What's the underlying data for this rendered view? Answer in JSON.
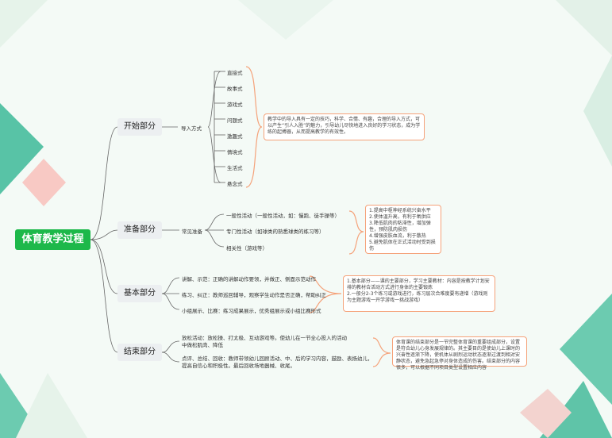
{
  "root": "体育教学过程",
  "sections": [
    {
      "label": "开始部分",
      "mid": "导入方式",
      "items": [
        "直接式",
        "故事式",
        "游戏式",
        "问题式",
        "激趣式",
        "情境式",
        "生活式",
        "悬念式"
      ],
      "note": "教学中的导入具有一定的技巧，科学、合情、有趣，合理的导入方式，可以产生“引人入胜”的魅力，引导幼儿尽快地进入良好的学习状态，成为学练的起搏器，从而提高教学的有效性。"
    },
    {
      "label": "准备部分",
      "mid": "常见准备",
      "items": [
        "一般性活动（一般性活动，如：慢跑、徒手操等）",
        "专门性活动（如球类的熟悉球类的练习等）",
        "相关性（游戏等）"
      ],
      "note": "1.提高中枢神经系统兴奋水平\n2.使体温升高，有利于氧供应\n3.降低肌肉的粘滞性，增加弹性，预防肌肉损伤\n4.增强皮肤血流，利于散热\n5.避免肌体在正式活动时受到损伤"
    },
    {
      "label": "基本部分",
      "items": [
        "讲解、示范：正确的讲解动作要领，并做正、侧面示范动作",
        "练习、纠正：教师巡回辅导，观察学生动作是否正确，帮助纠正",
        "小组展示、比赛：练习成果展示，优秀组展示或小组比赛形式"
      ],
      "note": "1.基本部分——课的主要部分，学习主要教材：内容是按教学计划安排的教材合活动方式进行身体的主要锻炼\n2.一般分2-3个练习或游戏进行，练习层次合难度要有递增（游戏则为主题游戏一开学游戏一挑战游戏）"
    },
    {
      "label": "结束部分",
      "items": [
        "放松活动：放松操、打太极、互动游戏等。使幼儿在一节全心投入的活动中做松肌肉、降低",
        "点评、总结、回收：教师带领幼儿回顾活动、中、后的学习内容，鼓励、表扬幼儿，提高自信心和积极性。最后回收场地器械、收尾。"
      ],
      "note": "体育课的结束部分是一节完整体育课的重要组成部分，设置是符合幼儿心身发展规律的。其主要目的是使幼儿上课时的兴奋性逐渐下降，使机体从剧烈运动状态逐渐过渡到相对安静状态，避免急起急停对身体造成的伤害。结束部分的内容很多，可以根据不同项目类型设置相应内容"
    }
  ],
  "colors": {
    "root": "#1db84a",
    "accent": "#f5a27a",
    "line": "#555555"
  }
}
